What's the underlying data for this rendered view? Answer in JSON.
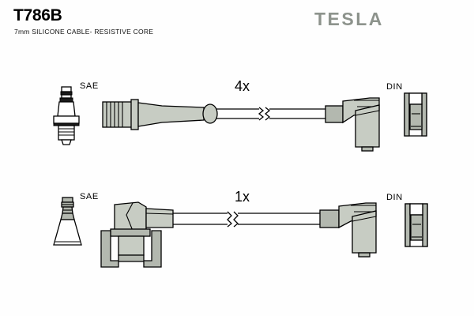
{
  "sheet": {
    "part_number": "T786B",
    "subtitle": "7mm SILICONE CABLE- RESISTIVE CORE",
    "brand": "TESLA",
    "background_color": "#ffffff",
    "line_color": "#000000",
    "metal_fill": "#c7ccc3",
    "metal_fill_dark": "#b3b8af",
    "brand_color": "#8d938c"
  },
  "assemblies": [
    {
      "id": "assembly-top",
      "quantity_label": "4x",
      "plug_end_label": "SAE",
      "coil_end_label": "DIN",
      "plug_type": "spark-plug",
      "connector_type": "straight-ribbed-boot",
      "coil_connector_type": "right-angle-elbow",
      "terminal_type": "din-terminal",
      "cable_break_symbol": true
    },
    {
      "id": "assembly-bottom",
      "quantity_label": "1x",
      "plug_end_label": "SAE",
      "coil_end_label": "DIN",
      "plug_type": "conical-rubber-boot",
      "connector_type": "right-angle-with-bracket",
      "coil_connector_type": "right-angle-elbow",
      "terminal_type": "din-terminal",
      "cable_break_symbol": true
    }
  ]
}
